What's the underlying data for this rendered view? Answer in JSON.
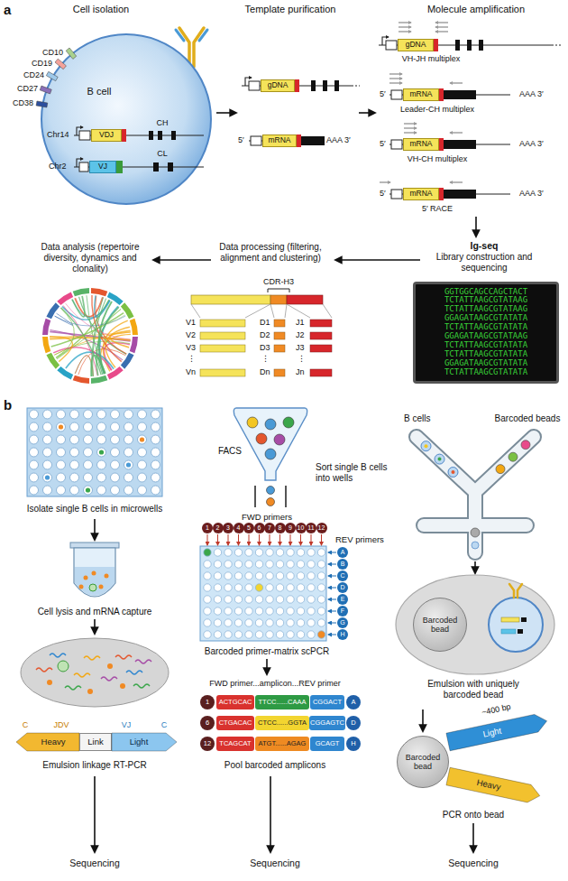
{
  "diagram": {
    "nodes": [
      {
        "text": [
          "B cell",
          "Chr14",
          "CH",
          "Chr2",
          "CL"
        ]
      },
      {
        "text": [
          "VDJ"
        ],
        "in": 0
      },
      {
        "text": [
          "VJ"
        ],
        "in": 0
      },
      {
        "text": [
          "gDNA"
        ]
      },
      {
        "text": [
          "mRNA"
        ]
      },
      {
        "text": [
          "gDNA"
        ]
      },
      {
        "text": [
          "mRNA"
        ]
      },
      {
        "text": [
          "mRNA"
        ]
      },
      {
        "text": [
          "mRNA"
        ]
      },
      {
        "text": [
          "GGTGGCAGCCAGCTACT",
          "TCTATTAAGCGTATAAG",
          "TCTATTAAGCGTATAAG",
          "GGAGATAAGCGTATATA",
          "TCTATTAAGCGTATATA",
          "GGAGATAAGCGTATAAG",
          "TCTATTAAGCGTATATA",
          "TCTATTAAGCGTATATA",
          "GGAGATAAGCGTATATA",
          "TCTATTAAGCGTATATA"
        ]
      },
      {
        "text": [
          "Heavy"
        ]
      },
      {
        "text": [
          "Link"
        ]
      },
      {
        "text": [
          "Light"
        ]
      },
      {
        "text": [
          "1"
        ]
      },
      {
        "text": [
          "2"
        ]
      },
      {
        "text": [
          "3"
        ]
      },
      {
        "text": [
          "4"
        ]
      },
      {
        "text": [
          "5"
        ]
      },
      {
        "text": [
          "6"
        ]
      },
      {
        "text": [
          "7"
        ]
      },
      {
        "text": [
          "8"
        ]
      },
      {
        "text": [
          "9"
        ]
      },
      {
        "text": [
          "10"
        ]
      },
      {
        "text": [
          "11"
        ]
      },
      {
        "text": [
          "12"
        ]
      },
      {
        "text": [
          "A"
        ]
      },
      {
        "text": [
          "B"
        ]
      },
      {
        "text": [
          "C"
        ]
      },
      {
        "text": [
          "D"
        ]
      },
      {
        "text": [
          "E"
        ]
      },
      {
        "text": [
          "F"
        ]
      },
      {
        "text": [
          "G"
        ]
      },
      {
        "text": [
          "H"
        ]
      },
      {
        "text": [
          "1"
        ]
      },
      {
        "text": [
          "ACTGCAC"
        ]
      },
      {
        "text": [
          "TTCC......CAAA"
        ]
      },
      {
        "text": [
          "CGGACT"
        ]
      },
      {
        "text": [
          "A"
        ]
      },
      {
        "text": [
          "6"
        ]
      },
      {
        "text": [
          "CTGACAC"
        ]
      },
      {
        "text": [
          "CTCC......GGTA"
        ]
      },
      {
        "text": [
          "CGGAGTC"
        ]
      },
      {
        "text": [
          "D"
        ]
      },
      {
        "text": [
          "12"
        ]
      },
      {
        "text": [
          "TCAGCAT"
        ]
      },
      {
        "text": [
          "ATGT......AGAG"
        ]
      },
      {
        "text": [
          "GCAGT"
        ]
      },
      {
        "text": [
          "H"
        ]
      },
      {
        "text": [
          "Barcoded bead"
        ]
      },
      {
        "text": [
          "Light"
        ]
      },
      {
        "text": [
          "Heavy"
        ]
      },
      {
        "text": [
          "Barcoded bead"
        ]
      }
    ],
    "labels": [
      "a",
      "Cell isolation",
      "Template purification",
      "Molecule amplification",
      "CD10",
      "CD19",
      "CD24",
      "CD27",
      "CD38",
      "5′",
      "AAA 3′",
      "VH-JH multiplex",
      "5′",
      "AAA 3′",
      "Leader-CH multiplex",
      "5′",
      "AAA 3′",
      "VH-CH multiplex",
      "5′",
      "AAA 3′",
      "5′ RACE",
      "Ig-seq",
      "Library construction and sequencing",
      "Data processing (filtering, alignment and clustering)",
      "Data analysis (repertoire diversity, dynamics and clonality)",
      "CDR-H3",
      "V1",
      "V2",
      "V3",
      "⋮",
      "Vn",
      "D1",
      "D2",
      "D3",
      "⋮",
      "Dn",
      "J1",
      "J2",
      "J3",
      "⋮",
      "Jn",
      "b",
      "Isolate single B cells in microwells",
      "Cell lysis and mRNA capture",
      "C",
      "JDV",
      "VJ",
      "C",
      "Emulsion linkage RT-PCR",
      "Sequencing",
      "FACS",
      "Sort single B cells into wells",
      "FWD primers",
      "REV primers",
      "Barcoded primer-matrix scPCR",
      "FWD primer...amplicon...REV primer",
      "Pool barcoded amplicons",
      "Sequencing",
      "B cells",
      "Barcoded beads",
      "Emulsion with uniquely barcoded bead",
      "~400 bp",
      "PCR onto bead",
      "Sequencing"
    ]
  }
}
